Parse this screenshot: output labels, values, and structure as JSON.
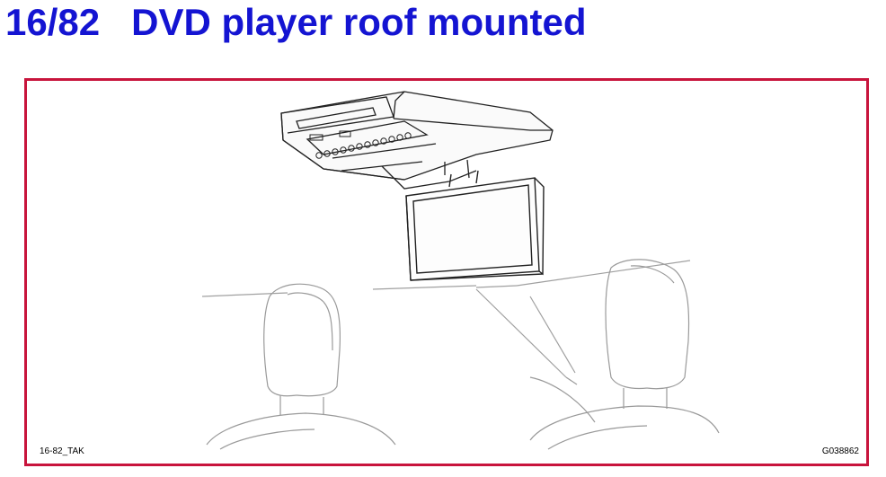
{
  "title": "16/82   DVD player roof mounted",
  "figure": {
    "left_code": "16-82_TAK",
    "right_code": "G038862",
    "illustration": "dvd-player-roof-mounted-illustration"
  },
  "colors": {
    "title": "#1414d2",
    "frame_border": "#c8143c",
    "line_art": "#222222",
    "seat_lines": "#9a9a9a"
  }
}
